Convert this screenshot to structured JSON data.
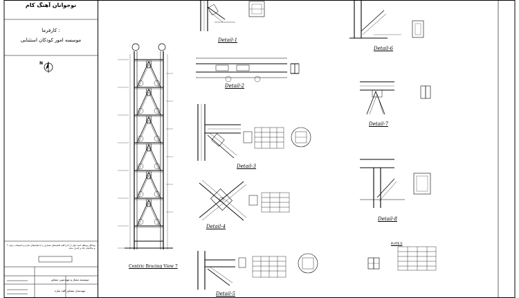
{
  "title_block": {
    "project_title": "نوجوانان آهنگ کام",
    "employer_label": "کارفرما :",
    "employer_name": "موسسه امور کودکان استثنایی",
    "north_symbol": "N",
    "notes_text": "* پیمانکار موظف است قبل از اجرا کلیه نقشه‌های معماری را با نقشه‌های سازه و تاسیسات برقی و مکانیکی چک و کنترل نماید.",
    "footer_line_1": "موسسه ممتاز و مهندسین مشاور",
    "footer_line_2": "مهندسان مشاور کلید سازه"
  },
  "frame": {
    "title": "Centric Bracing View 7"
  },
  "details": [
    {
      "label": "Detail-1"
    },
    {
      "label": "Detail-2"
    },
    {
      "label": "Detail-3"
    },
    {
      "label": "Detail-4"
    },
    {
      "label": "Detail-5"
    },
    {
      "label": "Detail-6"
    },
    {
      "label": "Detail-7"
    },
    {
      "label": "Detail-8"
    }
  ],
  "plate_label": "PLATE D"
}
